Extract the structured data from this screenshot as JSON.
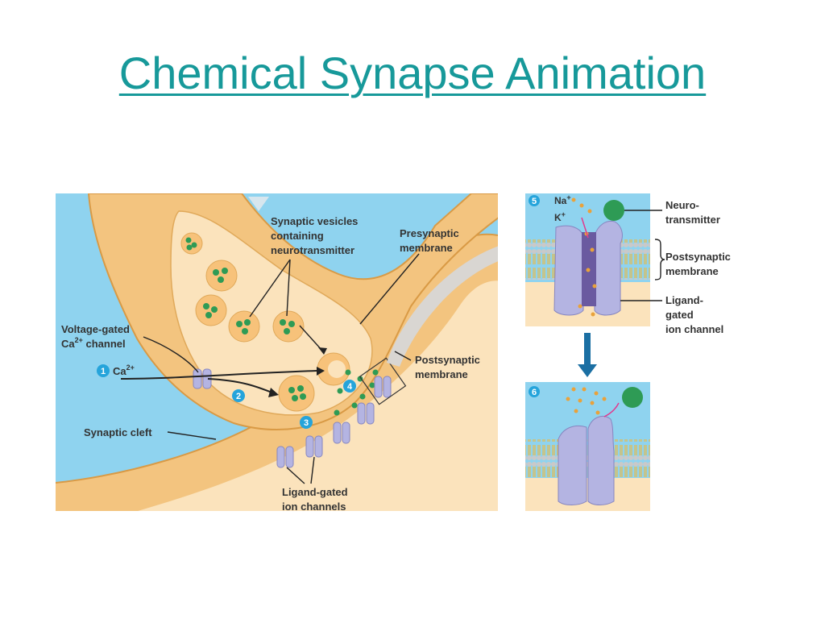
{
  "title": "Chemical Synapse Animation",
  "labels": {
    "vesicles": [
      "Synaptic vesicles",
      "containing",
      "neurotransmitter"
    ],
    "presynaptic": [
      "Presynaptic",
      "membrane"
    ],
    "voltage_gated": [
      "Voltage-gated",
      "Ca",
      "2+",
      " channel"
    ],
    "calcium": [
      "Ca",
      "2+"
    ],
    "postsynaptic": [
      "Postsynaptic",
      "membrane"
    ],
    "cleft": "Synaptic cleft",
    "ligand_channels": [
      "Ligand-gated",
      "ion channels"
    ],
    "neurotransmitter": [
      "Neuro-",
      "transmitter"
    ],
    "postsynaptic_membrane": [
      "Postsynaptic",
      "membrane"
    ],
    "ligand_channel": [
      "Ligand-",
      "gated",
      "ion channel"
    ],
    "na": "Na",
    "na_sup": "+",
    "k": "K",
    "k_sup": "+"
  },
  "steps": [
    "1",
    "2",
    "3",
    "4",
    "5",
    "6"
  ],
  "colors": {
    "title": "#17999a",
    "water": "#8fd3ef",
    "neuron": "#f3c47f",
    "neuron_outline": "#d99a45",
    "cytoplasm": "#fbe3bc",
    "vesicle": "#f7c27a",
    "neurotransmitter": "#2e9b55",
    "channel": "#b4b4e2",
    "step_badge": "#25a4db",
    "arrow": "#1b6fa3"
  }
}
